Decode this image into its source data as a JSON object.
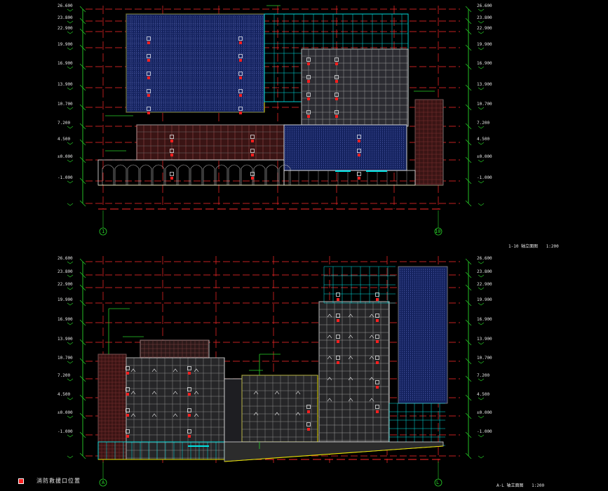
{
  "colors": {
    "background": "#000000",
    "red": "#ff2a2a",
    "cyan": "#00e5e5",
    "green": "#28d228",
    "yellow": "#e8e000",
    "white": "#e6e6e6",
    "grey": "#8c8c8c",
    "darkblue": "#1b2c7a",
    "darkred": "#5a1010"
  },
  "top_elevation": {
    "levels_left": [
      "26.600",
      "23.800",
      "22.900",
      "19.900",
      "16.900",
      "13.900",
      "10.700",
      "7.200",
      "4.500",
      "±0.000",
      "-1.000"
    ],
    "levels_right": [
      "26.600",
      "23.800",
      "22.900",
      "19.900",
      "16.900",
      "13.900",
      "10.700",
      "7.200",
      "4.500",
      "±0.000",
      "-1.000"
    ],
    "grid_start": "1",
    "grid_end": "10",
    "caption": "1-10 轴立面图",
    "scale": "1:200"
  },
  "bottom_elevation": {
    "levels_left": [
      "26.600",
      "23.800",
      "22.900",
      "19.900",
      "16.900",
      "13.900",
      "10.700",
      "7.200",
      "4.500",
      "±0.000",
      "-1.000"
    ],
    "levels_right": [
      "26.600",
      "23.800",
      "22.900",
      "19.900",
      "16.900",
      "13.900",
      "10.700",
      "7.200",
      "4.500",
      "±0.000",
      "-1.000"
    ],
    "grid_start": "A",
    "grid_end": "L",
    "caption": "A-L 轴立面图",
    "scale": "1:200"
  },
  "legend": {
    "label": "消防救援口位置",
    "swatch_icon": "red-square-icon"
  }
}
